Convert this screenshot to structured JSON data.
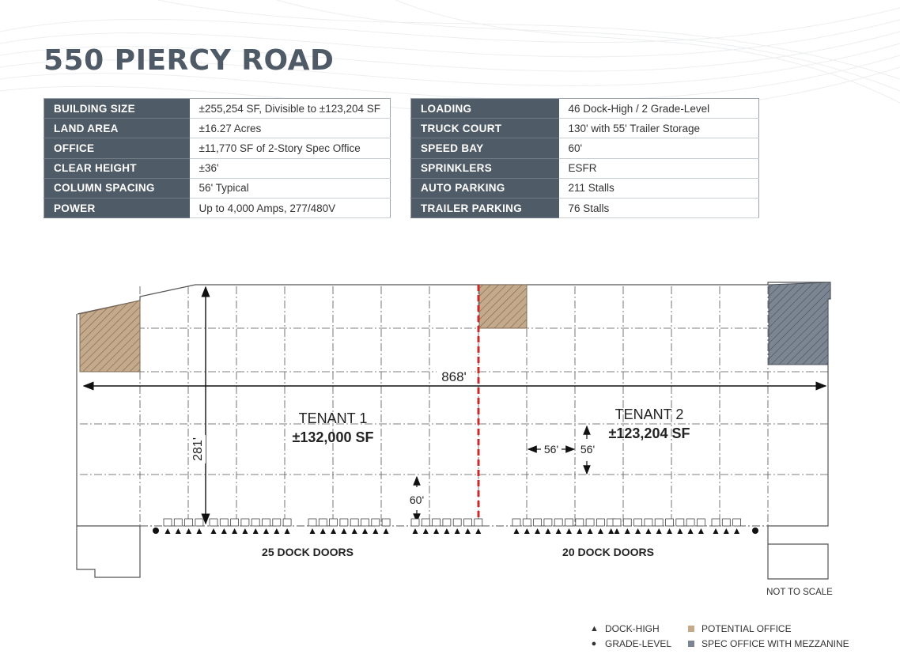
{
  "title": "550 PIERCY ROAD",
  "specs_left": [
    {
      "label": "BUILDING SIZE",
      "value": "±255,254 SF, Divisible to ±123,204 SF"
    },
    {
      "label": "LAND AREA",
      "value": "±16.27 Acres"
    },
    {
      "label": "OFFICE",
      "value": "±11,770 SF of 2-Story Spec Office"
    },
    {
      "label": "CLEAR HEIGHT",
      "value": "±36'"
    },
    {
      "label": "COLUMN SPACING",
      "value": "56' Typical"
    },
    {
      "label": "POWER",
      "value": "Up to 4,000 Amps, 277/480V"
    }
  ],
  "specs_right": [
    {
      "label": "LOADING",
      "value": "46 Dock-High / 2 Grade-Level"
    },
    {
      "label": "TRUCK COURT",
      "value": "130' with 55' Trailer Storage"
    },
    {
      "label": "SPEED BAY",
      "value": "60'"
    },
    {
      "label": "SPRINKLERS",
      "value": "ESFR"
    },
    {
      "label": "AUTO PARKING",
      "value": "211 Stalls"
    },
    {
      "label": "TRAILER PARKING",
      "value": "76 Stalls"
    }
  ],
  "plan": {
    "width_dim": "868'",
    "depth_dim": "281'",
    "speed_bay_dim": "60'",
    "bay_width_dim": "56'",
    "bay_depth_dim": "56'",
    "tenant1_name": "TENANT 1",
    "tenant1_area": "±132,000 SF",
    "tenant2_name": "TENANT 2",
    "tenant2_area": "±123,204 SF",
    "dock_doors_left": "25 DOCK DOORS",
    "dock_doors_right": "20 DOCK DOORS",
    "scale_note": "NOT TO SCALE"
  },
  "legend": {
    "dock_high": "DOCK-HIGH",
    "grade_level": "GRADE-LEVEL",
    "potential_office": "POTENTIAL OFFICE",
    "spec_office": "SPEC OFFICE WITH MEZZANINE"
  },
  "colors": {
    "header": "#4f5b67",
    "potential_office": "#c4a98a",
    "spec_office": "#7c8592",
    "demising_line": "#cc2a2a"
  }
}
